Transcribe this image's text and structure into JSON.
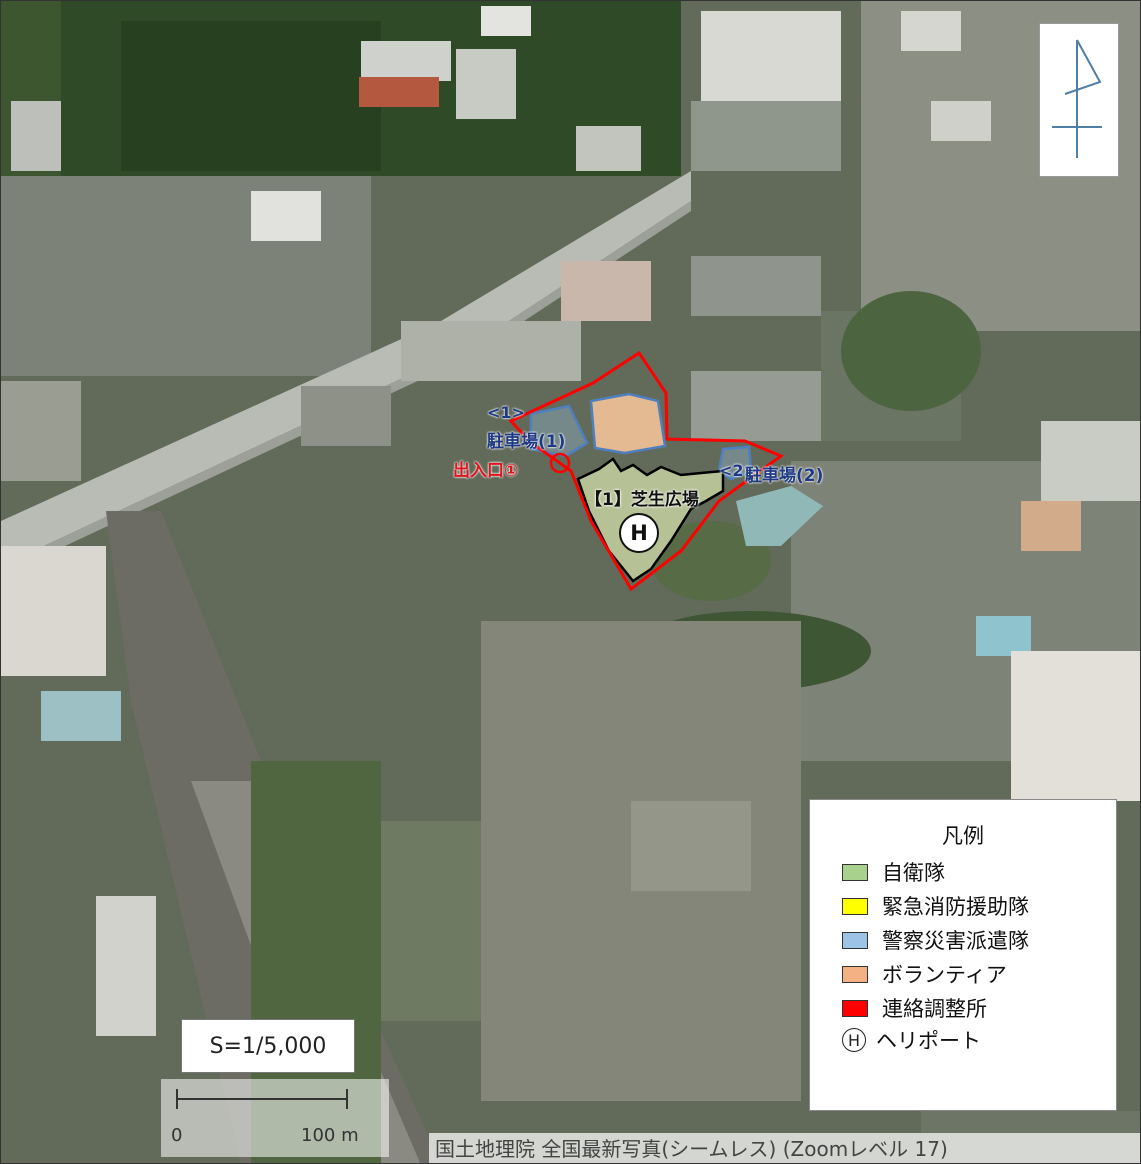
{
  "map": {
    "scale_text": "S=1/5,000",
    "scalebar": {
      "start_label": "0",
      "end_label": "100 m"
    },
    "credit": "国土地理院 全国最新写真(シームレス) (Zoomレベル 17)",
    "labels": {
      "parking1_num": "<1>",
      "parking1": "駐車場(1)",
      "entrance": "出入口①",
      "parking2_num": "<2>",
      "parking2": "駐車場(2)",
      "lawn": "【1】芝生広場",
      "heliport_mark": "H"
    }
  },
  "legend": {
    "title": "凡例",
    "items": [
      {
        "label": "自衛隊",
        "color": "#a9d18e"
      },
      {
        "label": "緊急消防援助隊",
        "color": "#ffff00"
      },
      {
        "label": "警察災害派遣隊",
        "color": "#9dc3e6"
      },
      {
        "label": "ボランティア",
        "color": "#f4b183"
      },
      {
        "label": "連絡調整所",
        "color": "#ff0000"
      }
    ],
    "heliport": {
      "symbol": "H",
      "label": "ヘリポート"
    }
  },
  "colors": {
    "boundary_red": "#ff0000",
    "zone_black": "#000000",
    "parking_blue": "#4f7fbf",
    "volunteer_area": "#e9c29c",
    "lawn_area": "#b9c39a"
  }
}
